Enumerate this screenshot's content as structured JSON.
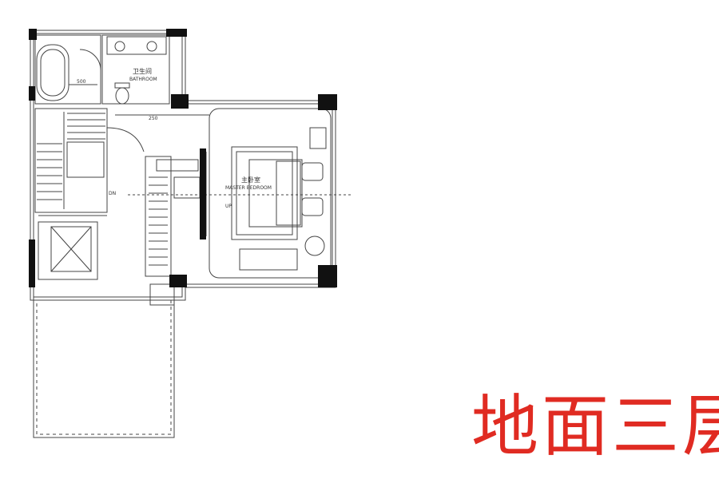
{
  "rooms": {
    "bathroom_cn": "卫生间",
    "bathroom_en": "BATHROOM",
    "bedroom_cn": "主卧室",
    "bedroom_en": "MASTER BEDROOM"
  },
  "dimensions": {
    "d500": "500",
    "d250": "250"
  },
  "stair": {
    "dn": "DN",
    "up": "UP"
  },
  "caption": "地面三层",
  "colors": {
    "line": "#444444",
    "wall": "#111111",
    "caption": "#e02b22"
  }
}
